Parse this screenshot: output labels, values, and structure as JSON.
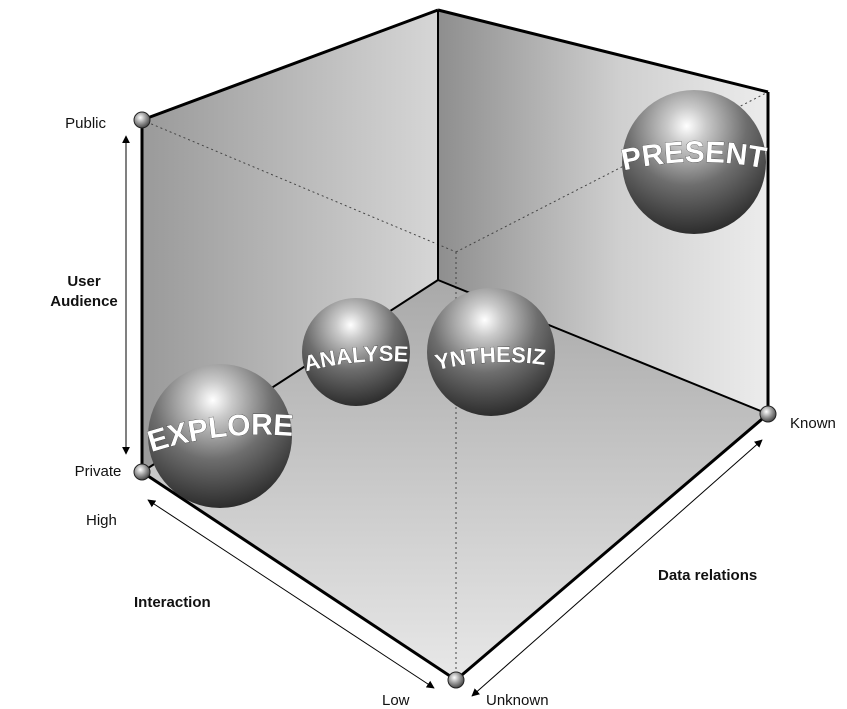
{
  "axes": {
    "vertical": {
      "title_line1": "User",
      "title_line2": "Audience",
      "top_label": "Public",
      "bottom_label": "Private"
    },
    "left": {
      "title": "Interaction",
      "top_label": "High",
      "bottom_label": "Low"
    },
    "right": {
      "title": "Data relations",
      "top_label": "Known",
      "bottom_label": "Unknown"
    }
  },
  "spheres": [
    {
      "label": "EXPLORE"
    },
    {
      "label": "ANALYSE"
    },
    {
      "label": "SYNTHESIZE"
    },
    {
      "label": "PRESENT"
    }
  ],
  "colors": {
    "box_edge": "#000000",
    "sphere_dark": "#3a3a3a",
    "sphere_light": "#f4f4f4",
    "label_text": "#ffffff"
  }
}
